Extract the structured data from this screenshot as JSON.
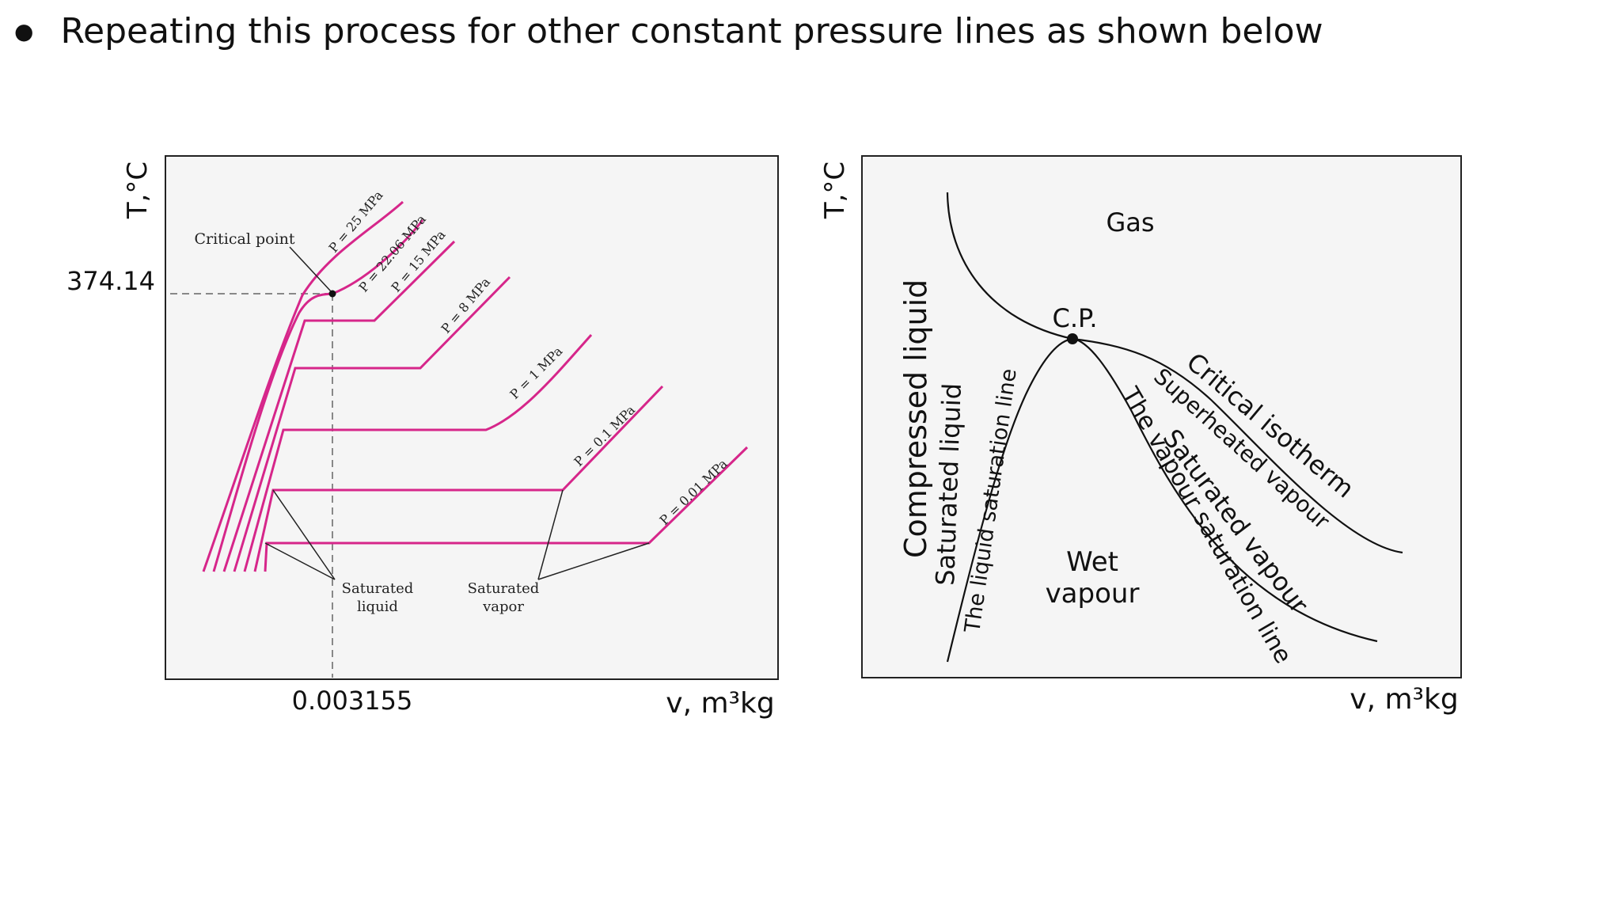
{
  "slide": {
    "bullet": "Repeating this process for other constant pressure lines as shown below"
  },
  "left_diagram": {
    "y_axis_label": "T,°C",
    "x_axis_label": "v, m³kg",
    "critical_temperature": "374.14",
    "critical_volume": "0.003155",
    "critical_point_label": "Critical point",
    "saturated_liquid_label": [
      "Saturated",
      "liquid"
    ],
    "saturated_vapor_label": [
      "Saturated",
      "vapor"
    ],
    "pressure_labels": [
      "P = 25 MPa",
      "P = 22.06 MPa",
      "P = 15 MPa",
      "P = 8 MPa",
      "P = 1 MPa",
      "P = 0.1 MPa",
      "P = 0.01 MPa"
    ],
    "line_color": "#d6268a"
  },
  "right_diagram": {
    "y_axis_label": "T,°C",
    "x_axis_label": "v, m³kg",
    "gas_label": "Gas",
    "cp_label": "C.P.",
    "compressed_liquid_label": "Compressed liquid",
    "saturated_liquid_label": "Saturated liquid",
    "liquid_saturation_line_label": "The liquid saturation line",
    "wet_vapour_label": [
      "Wet",
      "vapour"
    ],
    "vapour_saturation_line_label": "The vapour saturation line",
    "saturated_vapour_label": "Saturated vapour",
    "superheated_vapour_label": "Superheated vapour",
    "critical_isotherm_label": "Critical isotherm"
  }
}
